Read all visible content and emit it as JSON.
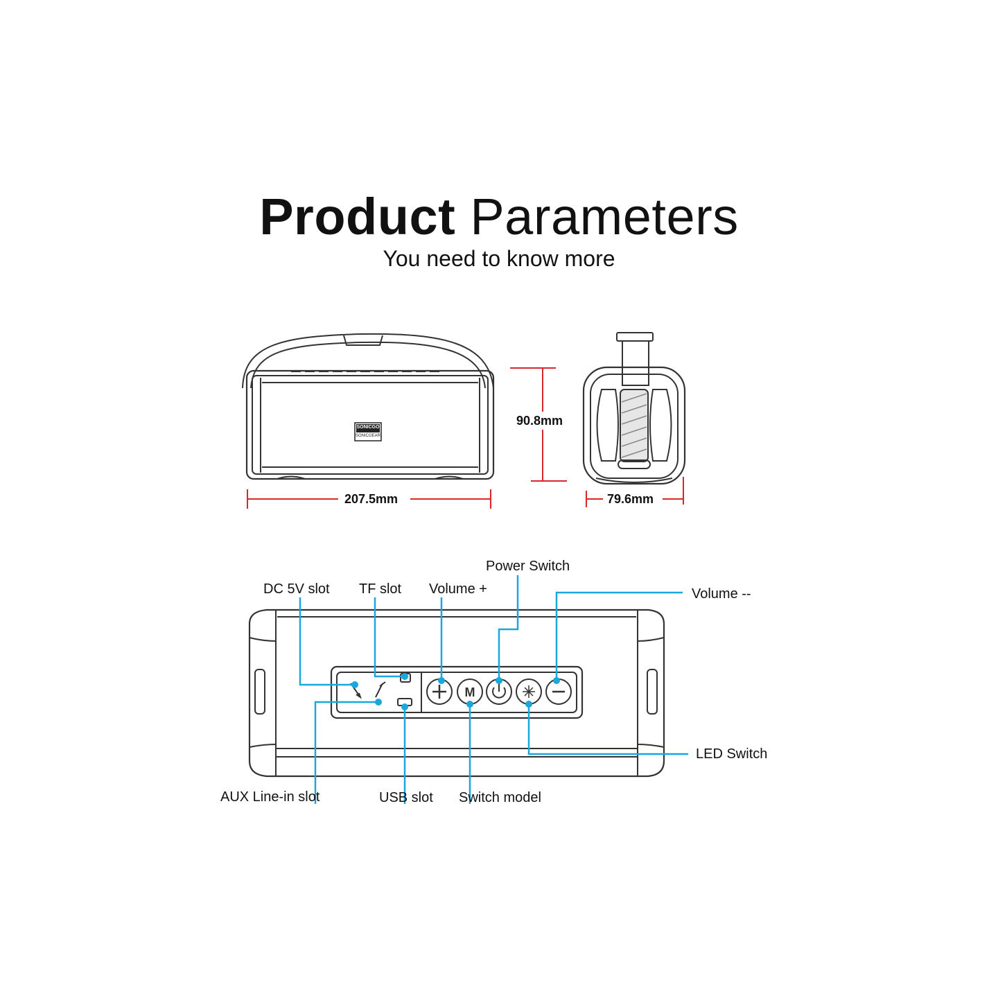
{
  "header": {
    "title_bold": "Product",
    "title_rest": "Parameters",
    "subtitle": "You need to know more"
  },
  "brand": {
    "logo_top": "SONICGO",
    "logo_bottom": "SONICGEAR"
  },
  "dimensions": {
    "width": "207.5mm",
    "height": "90.8mm",
    "depth": "79.6mm"
  },
  "callouts": {
    "dc_5v": "DC 5V slot",
    "tf": "TF slot",
    "volume_plus": "Volume +",
    "power": "Power Switch",
    "volume_minus": "Volume --",
    "led": "LED Switch",
    "aux": "AUX Line-in slot",
    "usb": "USB slot",
    "switch_model": "Switch model"
  },
  "colors": {
    "dimension_line": "#d8262b",
    "callout_line": "#1aa7dd",
    "outline": "#333333"
  }
}
